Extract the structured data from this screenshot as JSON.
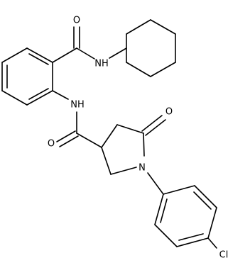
{
  "diagram": {
    "kind": "chemical-structure",
    "atom_labels": {
      "amide_o_top": "O",
      "amide_nh_top": "NH",
      "amide_nh_mid": "NH",
      "amide_o_mid": "O",
      "lactam_o": "O",
      "ring_n": "N",
      "chlorine": "Cl"
    }
  }
}
